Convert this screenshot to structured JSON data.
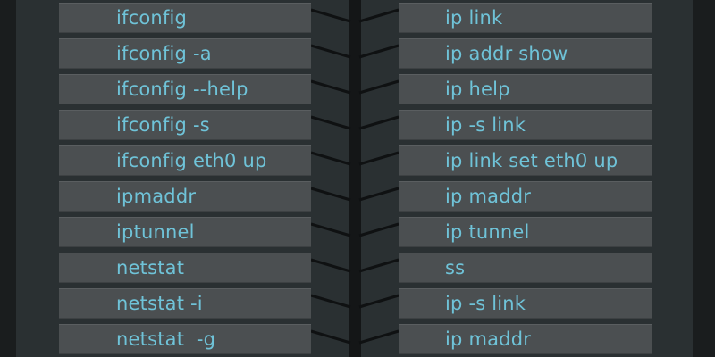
{
  "colors": {
    "background": "#1a1d1e",
    "panel": "#2a3032",
    "row": "#4b4f51",
    "text": "#6fc3d8",
    "spine": "#141617"
  },
  "comparison": {
    "rows": [
      {
        "legacy": "ifconfig",
        "modern": "ip link"
      },
      {
        "legacy": "ifconfig -a",
        "modern": "ip addr show"
      },
      {
        "legacy": "ifconfig --help",
        "modern": "ip help"
      },
      {
        "legacy": "ifconfig -s",
        "modern": "ip -s link"
      },
      {
        "legacy": "ifconfig eth0 up",
        "modern": "ip link set eth0 up"
      },
      {
        "legacy": "ipmaddr",
        "modern": "ip maddr"
      },
      {
        "legacy": "iptunnel",
        "modern": "ip tunnel"
      },
      {
        "legacy": "netstat",
        "modern": "ss"
      },
      {
        "legacy": "netstat -i",
        "modern": "ip -s link"
      },
      {
        "legacy": "netstat  -g",
        "modern": "ip maddr"
      }
    ]
  }
}
